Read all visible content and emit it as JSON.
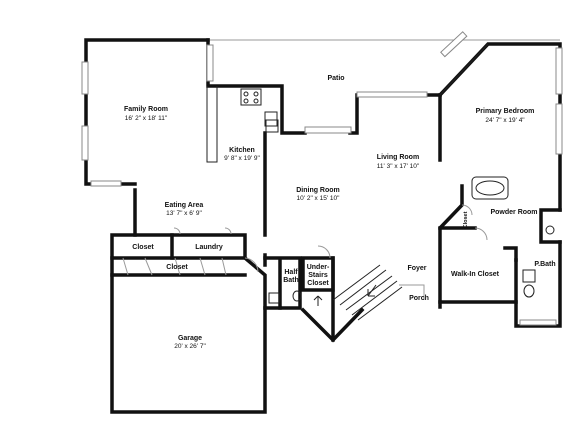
{
  "rooms": {
    "patio": {
      "name": "Patio"
    },
    "family": {
      "name": "Family Room",
      "dims": "16' 2\" x 18' 11\""
    },
    "kitchen": {
      "name": "Kitchen",
      "dims": "9' 8\" x 19' 9\""
    },
    "primary": {
      "name": "Primary Bedroom",
      "dims": "24' 7\" x 19' 4\""
    },
    "living": {
      "name": "Living Room",
      "dims": "11' 3\" x 17' 10\""
    },
    "dining": {
      "name": "Dining Room",
      "dims": "10' 2\" x 15' 10\""
    },
    "eating": {
      "name": "Eating Area",
      "dims": "13' 7\" x 6' 9\""
    },
    "powder": {
      "name": "Powder Room"
    },
    "closet_small": {
      "name": "Closet"
    },
    "closet1": {
      "name": "Closet"
    },
    "laundry": {
      "name": "Laundry"
    },
    "closet2": {
      "name": "Closet"
    },
    "half_bath": {
      "name_line1": "Half",
      "name_line2": "Bath"
    },
    "under_stairs": {
      "name_line1": "Under-",
      "name_line2": "Stairs",
      "name_line3": "Closet"
    },
    "foyer": {
      "name": "Foyer"
    },
    "walkin": {
      "name": "Walk-In Closet"
    },
    "pbath": {
      "name": "P.Bath"
    },
    "porch": {
      "name": "Porch"
    },
    "garage": {
      "name": "Garage",
      "dims": "20' x 26' 7\""
    }
  },
  "colors": {
    "wall": "#111111",
    "fixture": "#222222",
    "window": "#888888",
    "background": "#ffffff"
  }
}
